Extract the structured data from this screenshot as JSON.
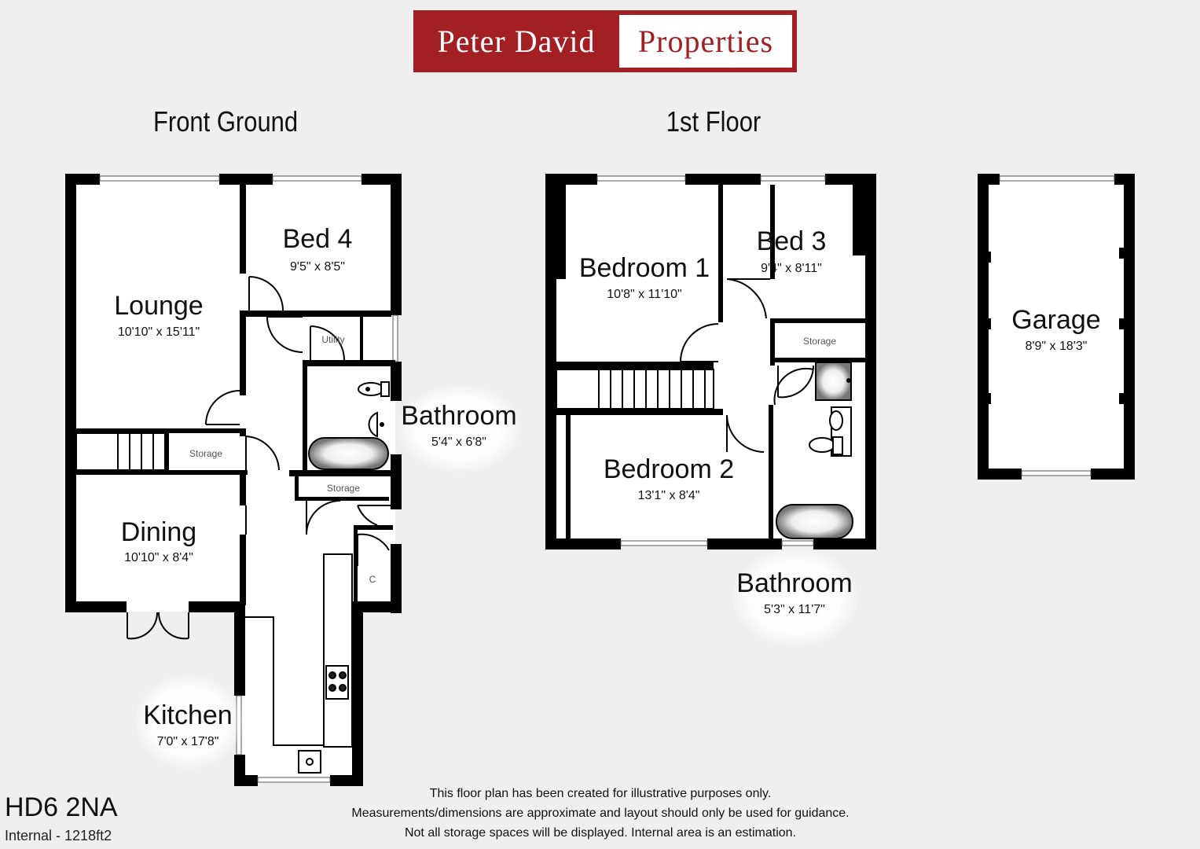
{
  "logo": {
    "left_text": "Peter David",
    "right_text": "Properties",
    "brand_color": "#a21f24"
  },
  "floors": {
    "ground_title": "Front Ground",
    "first_title": "1st Floor"
  },
  "rooms": {
    "lounge": {
      "name": "Lounge",
      "dims": "10'10\" x 15'11\""
    },
    "bed4": {
      "name": "Bed 4",
      "dims": "9'5\" x 8'5\""
    },
    "utility": {
      "name": "Utility"
    },
    "bathroom_ground": {
      "name": "Bathroom",
      "dims": "5'4\" x 6'8\""
    },
    "storage_stairs": {
      "name": "Storage"
    },
    "storage_hall": {
      "name": "Storage"
    },
    "dining": {
      "name": "Dining",
      "dims": "10'10\" x 8'4\""
    },
    "cupboard": {
      "name": "C"
    },
    "kitchen": {
      "name": "Kitchen",
      "dims": "7'0\" x 17'8\""
    },
    "bedroom1": {
      "name": "Bedroom 1",
      "dims": "10'8\" x 11'10\""
    },
    "bed3": {
      "name": "Bed 3",
      "dims": "9'4\" x 8'11\""
    },
    "storage_first": {
      "name": "Storage"
    },
    "bedroom2": {
      "name": "Bedroom 2",
      "dims": "13'1\" x 8'4\""
    },
    "bathroom_first": {
      "name": "Bathroom",
      "dims": "5'3\" x 11'7\""
    },
    "garage": {
      "name": "Garage",
      "dims": "8'9\" x 18'3\""
    }
  },
  "disclaimer": {
    "line1": "This floor plan has been created for illustrative purposes only.",
    "line2": "Measurements/dimensions are approximate and layout should only be used for guidance.",
    "line3": "Not all storage spaces will be displayed. Internal area is an estimation."
  },
  "postcode": "HD6 2NA",
  "internal_area": "Internal - 1218ft2"
}
